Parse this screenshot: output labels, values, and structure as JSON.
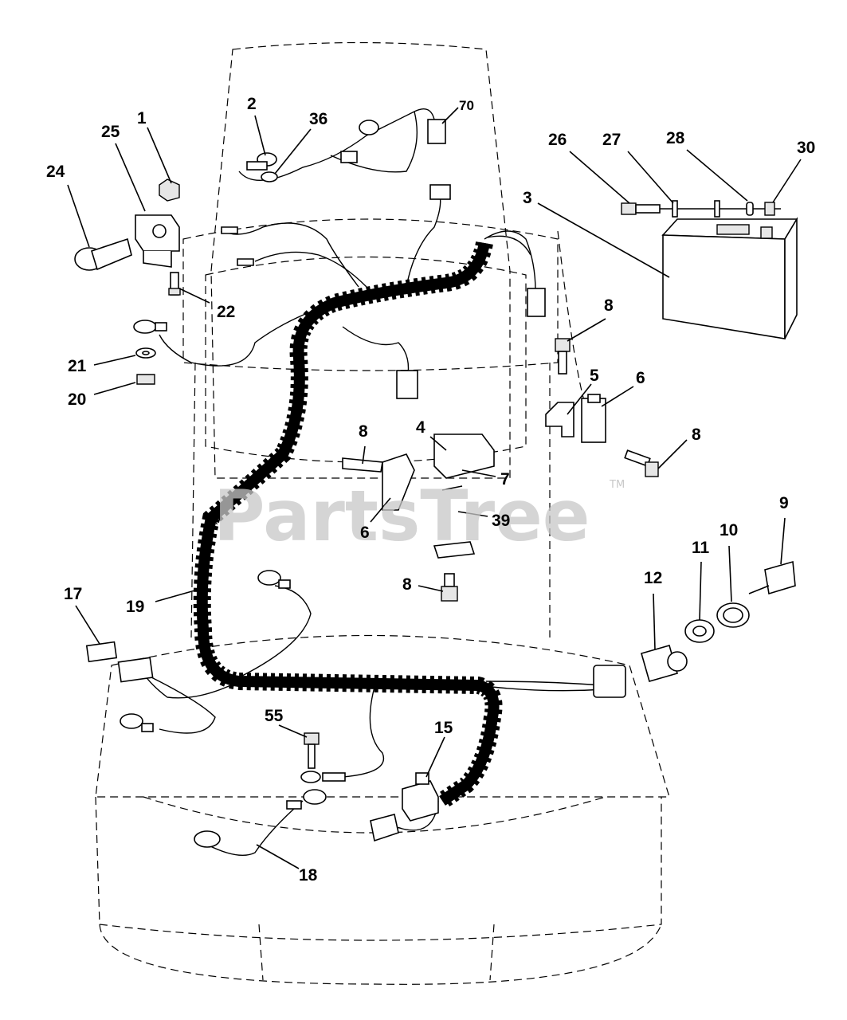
{
  "watermark": {
    "brand": "PartsTree",
    "trademark": "TM"
  },
  "callouts": [
    {
      "id": "c1",
      "label": "1"
    },
    {
      "id": "c2",
      "label": "2"
    },
    {
      "id": "c3",
      "label": "3"
    },
    {
      "id": "c4",
      "label": "4"
    },
    {
      "id": "c5",
      "label": "5"
    },
    {
      "id": "c6a",
      "label": "6"
    },
    {
      "id": "c6b",
      "label": "6"
    },
    {
      "id": "c7",
      "label": "7"
    },
    {
      "id": "c8a",
      "label": "8"
    },
    {
      "id": "c8b",
      "label": "8"
    },
    {
      "id": "c8c",
      "label": "8"
    },
    {
      "id": "c8d",
      "label": "8"
    },
    {
      "id": "c9",
      "label": "9"
    },
    {
      "id": "c10",
      "label": "10"
    },
    {
      "id": "c11",
      "label": "11"
    },
    {
      "id": "c12",
      "label": "12"
    },
    {
      "id": "c15",
      "label": "15"
    },
    {
      "id": "c17",
      "label": "17"
    },
    {
      "id": "c18",
      "label": "18"
    },
    {
      "id": "c19",
      "label": "19"
    },
    {
      "id": "c20",
      "label": "20"
    },
    {
      "id": "c21",
      "label": "21"
    },
    {
      "id": "c22",
      "label": "22"
    },
    {
      "id": "c24",
      "label": "24"
    },
    {
      "id": "c25",
      "label": "25"
    },
    {
      "id": "c26",
      "label": "26"
    },
    {
      "id": "c27",
      "label": "27"
    },
    {
      "id": "c28",
      "label": "28"
    },
    {
      "id": "c30",
      "label": "30"
    },
    {
      "id": "c36",
      "label": "36"
    },
    {
      "id": "c39",
      "label": "39"
    },
    {
      "id": "c55",
      "label": "55"
    },
    {
      "id": "c70",
      "label": "70"
    }
  ]
}
